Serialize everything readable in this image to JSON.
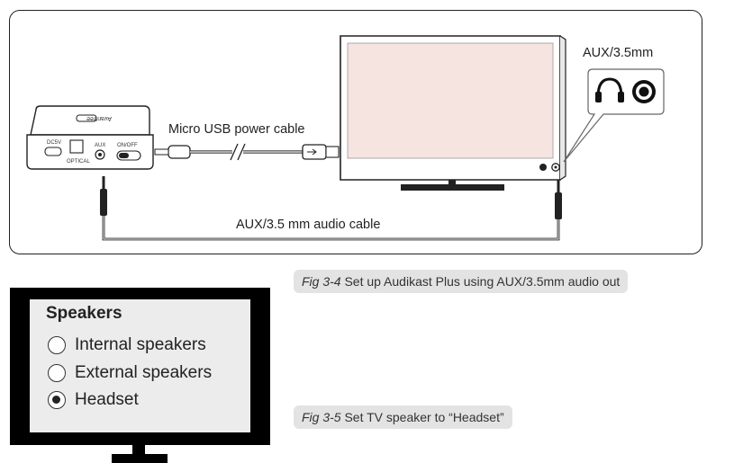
{
  "diagram": {
    "power_cable_label": "Micro USB power cable",
    "audio_cable_label": "AUX/3.5 mm audio cable",
    "tv_port_label": "AUX/3.5mm",
    "device": {
      "brand": "Avantree",
      "port_dc": "DC5V",
      "port_optical": "OPTICAL",
      "port_aux": "AUX",
      "switch_label": "ON/OFF"
    },
    "icons": [
      "headphone-icon",
      "speaker-icon"
    ]
  },
  "captions": {
    "fig_3_4": {
      "fig": "Fig 3-4",
      "text": "Set up Audikast Plus using AUX/3.5mm audio out"
    },
    "fig_3_5": {
      "fig": "Fig 3-5",
      "text": "Set TV speaker to “Headset”"
    }
  },
  "tv_settings": {
    "title": "Speakers",
    "options": [
      {
        "label": "Internal speakers",
        "selected": false
      },
      {
        "label": "External speakers",
        "selected": false
      },
      {
        "label": "Headset",
        "selected": true
      }
    ]
  }
}
